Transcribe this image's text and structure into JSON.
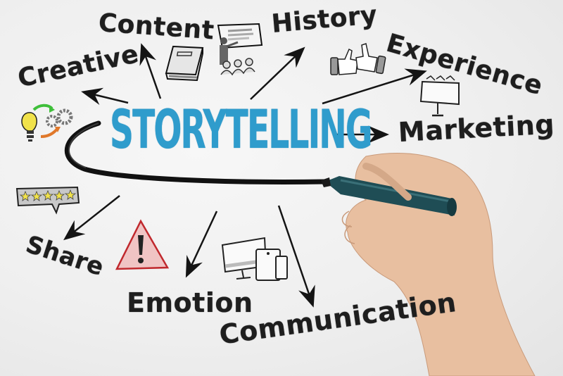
{
  "image": {
    "subject": "Hand drawing a storytelling concept mind-map on a whiteboard",
    "background_color": "#f0f0f0"
  },
  "central_concept": {
    "text": "STORYTELLING",
    "color": "#2f9ccc"
  },
  "branches": [
    {
      "id": "content",
      "label": "Content",
      "icon": "book-icon"
    },
    {
      "id": "history",
      "label": "History",
      "icon": "presentation-icon"
    },
    {
      "id": "experience",
      "label": "Experience",
      "icon": "thumbs-up-icon"
    },
    {
      "id": "marketing",
      "label": "Marketing",
      "icon": "billboard-icon"
    },
    {
      "id": "creative",
      "label": "Creative",
      "icon": "lightbulb-gears-icon"
    },
    {
      "id": "share",
      "label": "Share",
      "icon": "star-rating-bubble-icon"
    },
    {
      "id": "emotion",
      "label": "Emotion",
      "icon": "warning-triangle-icon"
    },
    {
      "id": "communication",
      "label": "Communication",
      "icon": "devices-icon"
    }
  ],
  "rating": {
    "stars": 5
  },
  "colors": {
    "ink": "#1e1e1e",
    "title_blue": "#2f9ccc",
    "marker_teal": "#1f4d55",
    "warning_red": "#c0282d",
    "bulb_yellow": "#f1e24a",
    "arrow_green": "#3fbf3a",
    "arrow_orange": "#e0782a",
    "skin": "#e8bfa0"
  }
}
